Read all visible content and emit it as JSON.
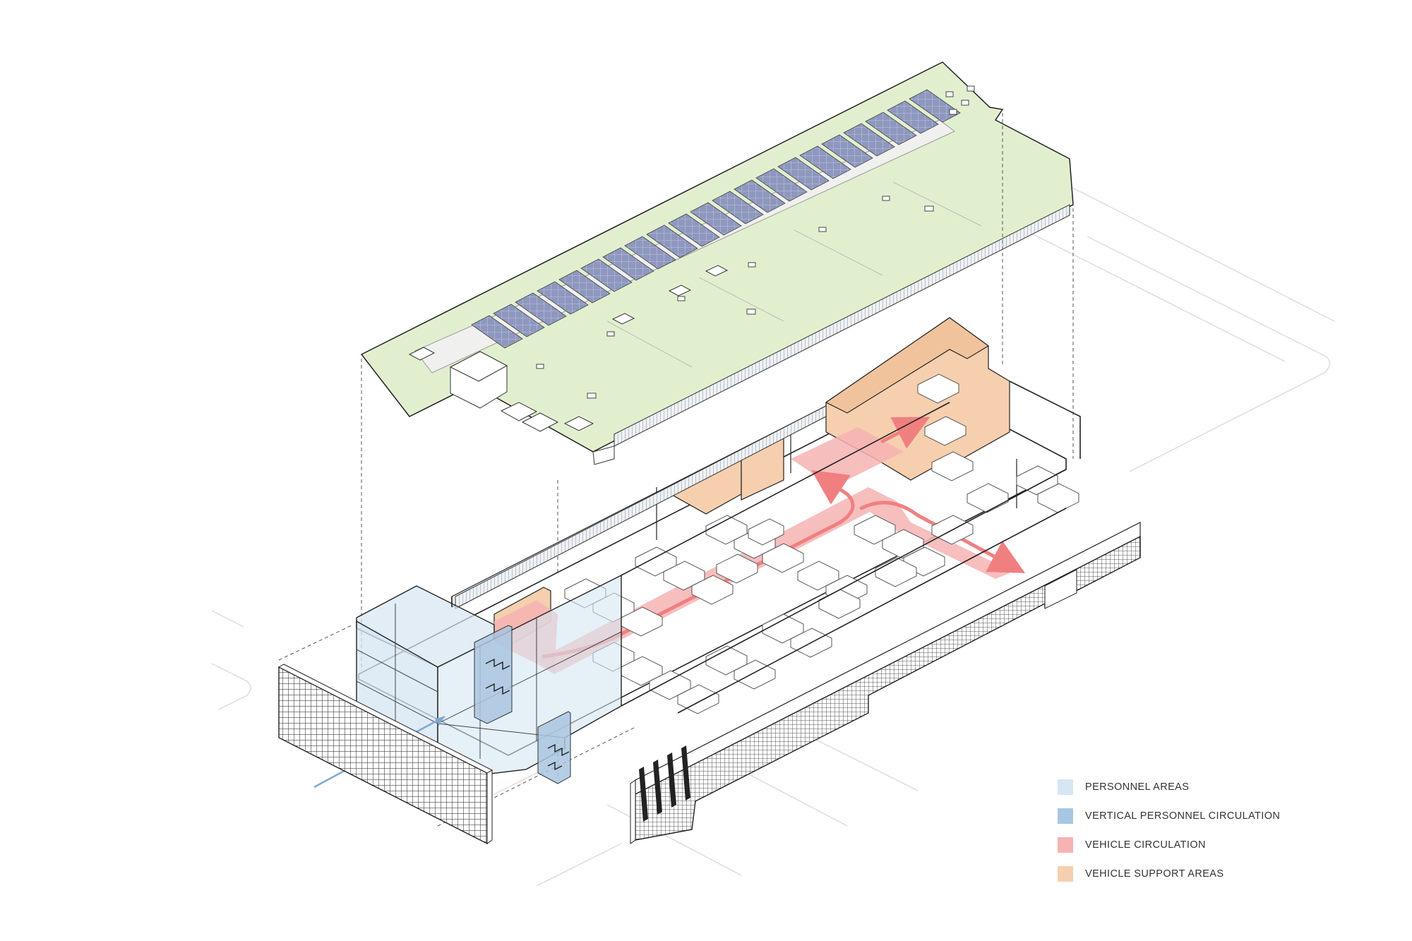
{
  "diagram": {
    "type": "exploded-isometric-building-diagram",
    "colors": {
      "personnel_areas": "#d6e6f2",
      "vertical_personnel_circulation": "#a9c6e1",
      "vehicle_circulation": "#f6b3b3",
      "vehicle_support_areas": "#f6cfae",
      "green_roof": "#e2efcf",
      "solar_panel": "#8e98bf",
      "linework": "#222222",
      "ghost_lines": "#dddddd",
      "flow_arrow": "#f08080",
      "entry_arrow": "#7fa9d3"
    },
    "icons": [
      "solar-panel-icon",
      "vehicle-icon",
      "stair-icon",
      "entry-arrow-icon",
      "vehicle-flow-arrow-icon"
    ]
  },
  "legend": {
    "items": [
      {
        "key": "personnel_areas",
        "label": "PERSONNEL AREAS",
        "color": "#d6e6f2"
      },
      {
        "key": "vertical_personnel_circulation",
        "label": "VERTICAL PERSONNEL CIRCULATION",
        "color": "#a9c6e1"
      },
      {
        "key": "vehicle_circulation",
        "label": "VEHICLE CIRCULATION",
        "color": "#f6b3b3"
      },
      {
        "key": "vehicle_support_areas",
        "label": "VEHICLE SUPPORT AREAS",
        "color": "#f6cfae"
      }
    ]
  }
}
